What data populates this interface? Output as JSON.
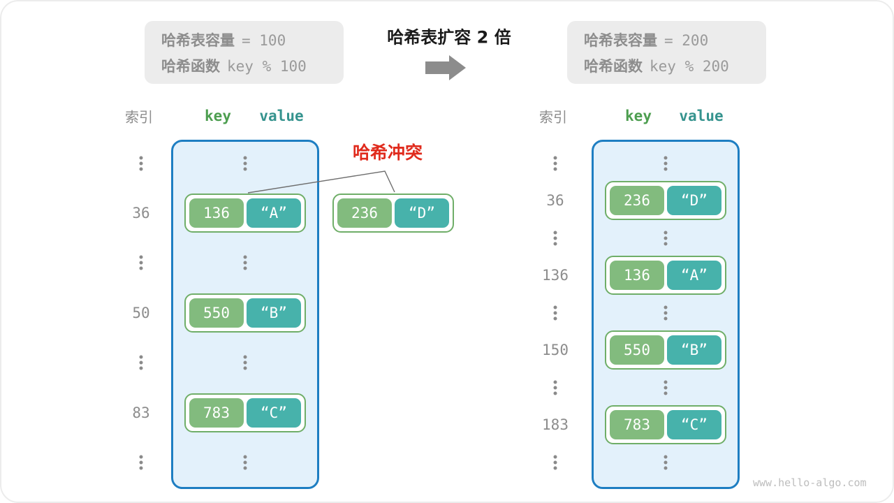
{
  "header": {
    "title": "哈希表扩容 2 倍",
    "left_box": {
      "capacity_label": "哈希表容量",
      "capacity_value": "= 100",
      "func_label": "哈希函数",
      "func_value": "key % 100"
    },
    "right_box": {
      "capacity_label": "哈希表容量",
      "capacity_value": "= 200",
      "func_label": "哈希函数",
      "func_value": "key % 200"
    }
  },
  "collision": {
    "label": "哈希冲突",
    "pair": {
      "key": "236",
      "value": "“D”"
    }
  },
  "left_table": {
    "headers": {
      "index": "索引",
      "key": "key",
      "value": "value"
    },
    "indices": [
      "36",
      "50",
      "83"
    ],
    "pairs": [
      {
        "key": "136",
        "value": "“A”"
      },
      {
        "key": "550",
        "value": "“B”"
      },
      {
        "key": "783",
        "value": "“C”"
      }
    ]
  },
  "right_table": {
    "headers": {
      "index": "索引",
      "key": "key",
      "value": "value"
    },
    "indices": [
      "36",
      "136",
      "150",
      "183"
    ],
    "pairs": [
      {
        "key": "236",
        "value": "“D”"
      },
      {
        "key": "136",
        "value": "“A”"
      },
      {
        "key": "550",
        "value": "“B”"
      },
      {
        "key": "783",
        "value": "“C”"
      }
    ]
  },
  "watermark": "www.hello-algo.com",
  "colors": {
    "table_border": "#1e7ec2",
    "table_fill": "#e3f1fb",
    "key_box": "#82bb7e",
    "value_box": "#47b2ab",
    "pair_border": "#6fae68",
    "collision_red": "#e02b1d",
    "info_box_bg": "#ececec",
    "gray_text": "#8c8c8c"
  }
}
